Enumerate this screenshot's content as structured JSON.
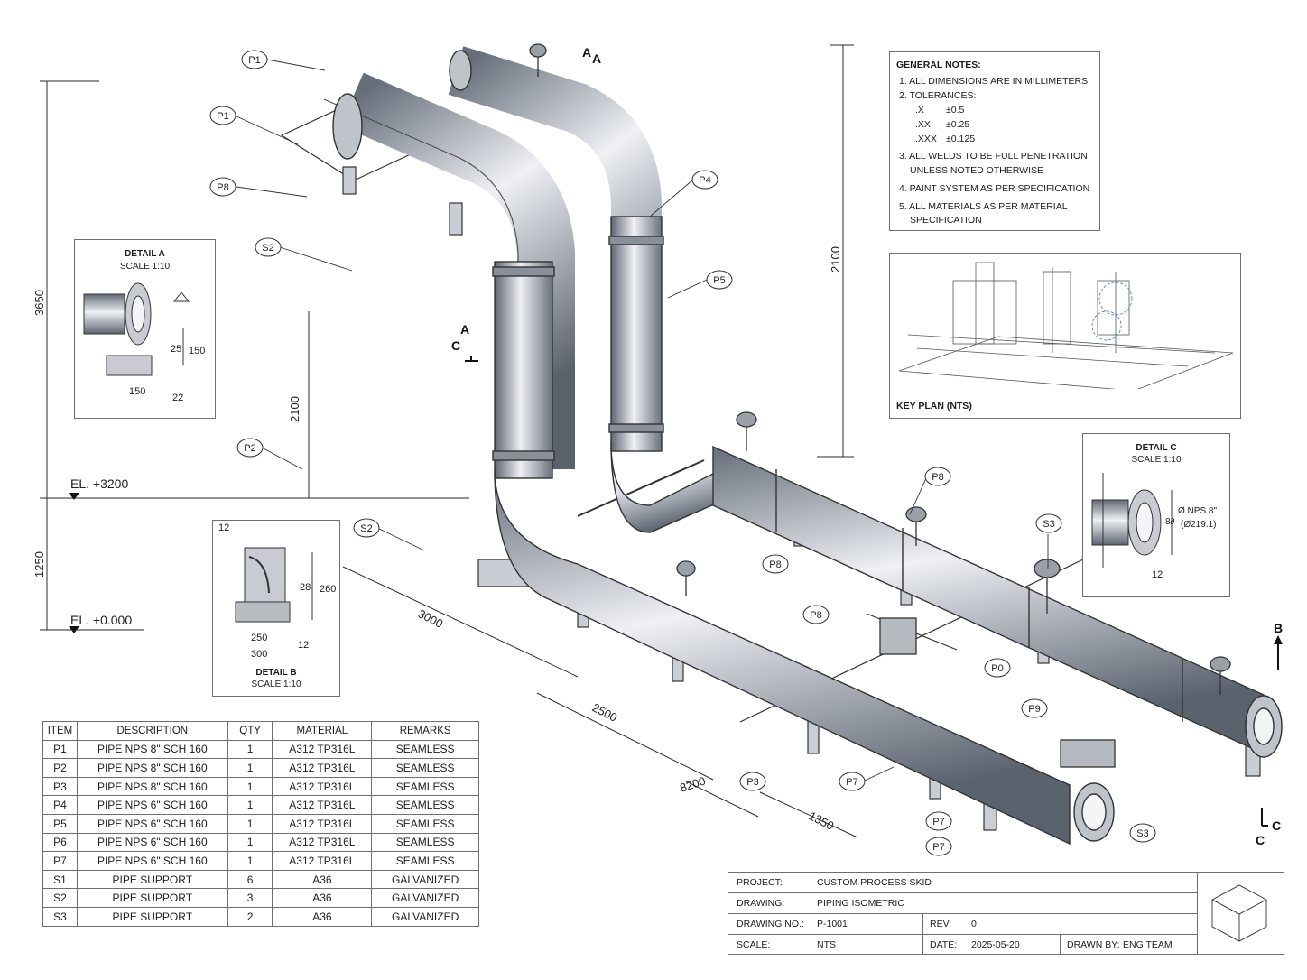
{
  "general_notes": {
    "title": "GENERAL NOTES:",
    "items": [
      "1. ALL DIMENSIONS ARE IN MILLIMETERS",
      "2. TOLERANCES:",
      ".X",
      "±0.5",
      ".XX",
      "±0.25",
      ".XXX",
      "±0.125",
      "3. ALL WELDS TO BE FULL PENETRATION",
      "UNLESS NOTED OTHERWISE",
      "4. PAINT SYSTEM AS PER SPECIFICATION",
      "5. ALL MATERIALS AS PER MATERIAL",
      "SPECIFICATION"
    ]
  },
  "key_plan": {
    "caption": "KEY PLAN (NTS)"
  },
  "detail_a": {
    "title": "DETAIL A",
    "scale": "SCALE 1:10",
    "dims": [
      "150",
      "150",
      "22",
      "25"
    ]
  },
  "detail_b": {
    "title": "DETAIL B",
    "scale": "SCALE 1:10",
    "dims": [
      "12",
      "260",
      "250",
      "300",
      "12",
      "28"
    ]
  },
  "detail_c": {
    "title": "DETAIL C",
    "scale": "SCALE 1:10",
    "dims": [
      "Ø NPS 8\"",
      "(Ø219.1)",
      "12",
      "8∂"
    ]
  },
  "elevations": {
    "top": "EL. +3200",
    "bottom": "EL. +0.000"
  },
  "dimensions": [
    "3650",
    "1250",
    "2100",
    "2100",
    "3000",
    "2500",
    "8200",
    "1350"
  ],
  "callouts": [
    "P1",
    "P1",
    "P8",
    "S2",
    "P4",
    "P5",
    "P2",
    "S2",
    "P8",
    "S3",
    "P8",
    "P8",
    "P7",
    "P7",
    "P7",
    "P9",
    "P0",
    "S3",
    "P3"
  ],
  "section_marks": [
    "A",
    "A",
    "A",
    "C",
    "B",
    "C",
    "C"
  ],
  "bom": {
    "headers": [
      "ITEM",
      "DESCRIPTION",
      "QTY",
      "MATERIAL",
      "REMARKS"
    ],
    "rows": [
      [
        "P1",
        "PIPE NPS 8\" SCH 160",
        "1",
        "A312 TP316L",
        "SEAMLESS"
      ],
      [
        "P2",
        "PIPE NPS 8\" SCH 160",
        "1",
        "A312 TP316L",
        "SEAMLESS"
      ],
      [
        "P3",
        "PIPE NPS 8\" SCH 160",
        "1",
        "A312 TP316L",
        "SEAMLESS"
      ],
      [
        "P4",
        "PIPE NPS 6\" SCH 160",
        "1",
        "A312 TP316L",
        "SEAMLESS"
      ],
      [
        "P5",
        "PIPE NPS 6\" SCH 160",
        "1",
        "A312 TP316L",
        "SEAMLESS"
      ],
      [
        "P6",
        "PIPE NPS 6\" SCH 160",
        "1",
        "A312 TP316L",
        "SEAMLESS"
      ],
      [
        "P7",
        "PIPE NPS 6\" SCH 160",
        "1",
        "A312 TP316L",
        "SEAMLESS"
      ],
      [
        "S1",
        "PIPE SUPPORT",
        "6",
        "A36",
        "GALVANIZED"
      ],
      [
        "S2",
        "PIPE SUPPORT",
        "3",
        "A36",
        "GALVANIZED"
      ],
      [
        "S3",
        "PIPE SUPPORT",
        "2",
        "A36",
        "GALVANIZED"
      ]
    ]
  },
  "title_block": {
    "project_label": "PROJECT:",
    "project": "CUSTOM PROCESS SKID",
    "drawing_label": "DRAWING:",
    "drawing": "PIPING ISOMETRIC",
    "drawing_no_label": "DRAWING NO.:",
    "drawing_no": "P-1001",
    "rev_label": "REV:",
    "rev": "0",
    "scale_label": "SCALE:",
    "scale": "NTS",
    "date_label": "DATE:",
    "date": "2025-05-20",
    "drawn_by_label": "DRAWN BY:",
    "drawn_by": "ENG TEAM"
  },
  "colors": {
    "line": "#2a2a2a",
    "pipe_dark": "#5f6672",
    "pipe_light": "#e9ecf1",
    "frame": "#6e6e6e"
  }
}
